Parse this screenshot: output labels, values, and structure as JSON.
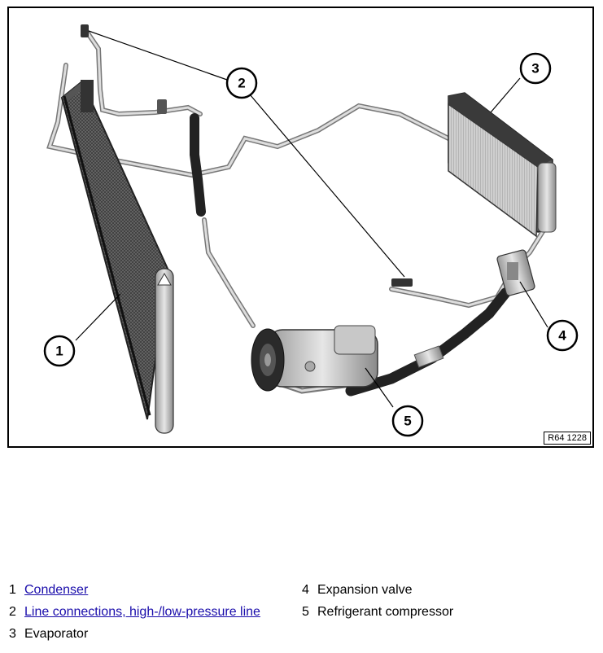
{
  "figure": {
    "reference_code": "R64 1228",
    "callouts": [
      {
        "num": "1",
        "name": "callout-1"
      },
      {
        "num": "2",
        "name": "callout-2"
      },
      {
        "num": "3",
        "name": "callout-3"
      },
      {
        "num": "4",
        "name": "callout-4"
      },
      {
        "num": "5",
        "name": "callout-5"
      }
    ]
  },
  "legend": {
    "items": [
      {
        "num": "1",
        "label": "Condenser",
        "link": true
      },
      {
        "num": "2",
        "label": "Line connections, high-/low-pressure line",
        "link": true
      },
      {
        "num": "3",
        "label": "Evaporator",
        "link": false
      },
      {
        "num": "4",
        "label": "Expansion valve",
        "link": false
      },
      {
        "num": "5",
        "label": "Refrigerant compressor",
        "link": false
      }
    ]
  }
}
